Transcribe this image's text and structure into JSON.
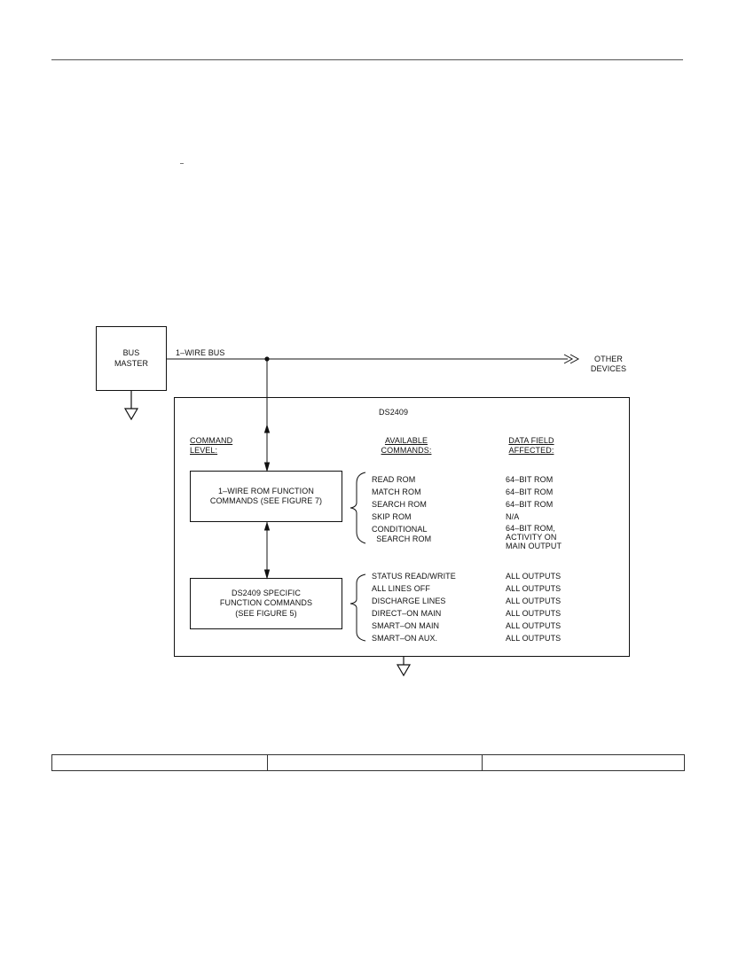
{
  "bus_master": {
    "label": "BUS\nMASTER"
  },
  "wire_bus_label": "1–WIRE BUS",
  "other_devices_label": "OTHER\nDEVICES",
  "device": {
    "title": "DS2409"
  },
  "headers": {
    "command_level": "COMMAND\nLEVEL:",
    "available_commands": "AVAILABLE\nCOMMANDS:",
    "data_field_affected": "DATA FIELD\nAFFECTED:"
  },
  "levels": {
    "rom_function": "1–WIRE ROM FUNCTION\nCOMMANDS (SEE FIGURE 7)",
    "specific_function": "DS2409 SPECIFIC\nFUNCTION COMMANDS\n(SEE FIGURE 5)"
  },
  "rom_commands": [
    {
      "command": "READ ROM",
      "affected": "64–BIT ROM"
    },
    {
      "command": "MATCH ROM",
      "affected": "64–BIT ROM"
    },
    {
      "command": "SEARCH ROM",
      "affected": "64–BIT ROM"
    },
    {
      "command": "SKIP ROM",
      "affected": "N/A"
    },
    {
      "command": "CONDITIONAL\n  SEARCH ROM",
      "affected": "64–BIT ROM,\nACTIVITY ON\nMAIN OUTPUT"
    }
  ],
  "specific_commands": [
    {
      "command": "STATUS READ/WRITE",
      "affected": "ALL OUTPUTS"
    },
    {
      "command": "ALL LINES OFF",
      "affected": "ALL OUTPUTS"
    },
    {
      "command": "DISCHARGE LINES",
      "affected": "ALL OUTPUTS"
    },
    {
      "command": "DIRECT–ON MAIN",
      "affected": "ALL OUTPUTS"
    },
    {
      "command": "SMART–ON MAIN",
      "affected": "ALL OUTPUTS"
    },
    {
      "command": "SMART–ON AUX.",
      "affected": "ALL OUTPUTS"
    }
  ],
  "footer_table": {
    "cells": [
      "",
      "",
      ""
    ]
  }
}
